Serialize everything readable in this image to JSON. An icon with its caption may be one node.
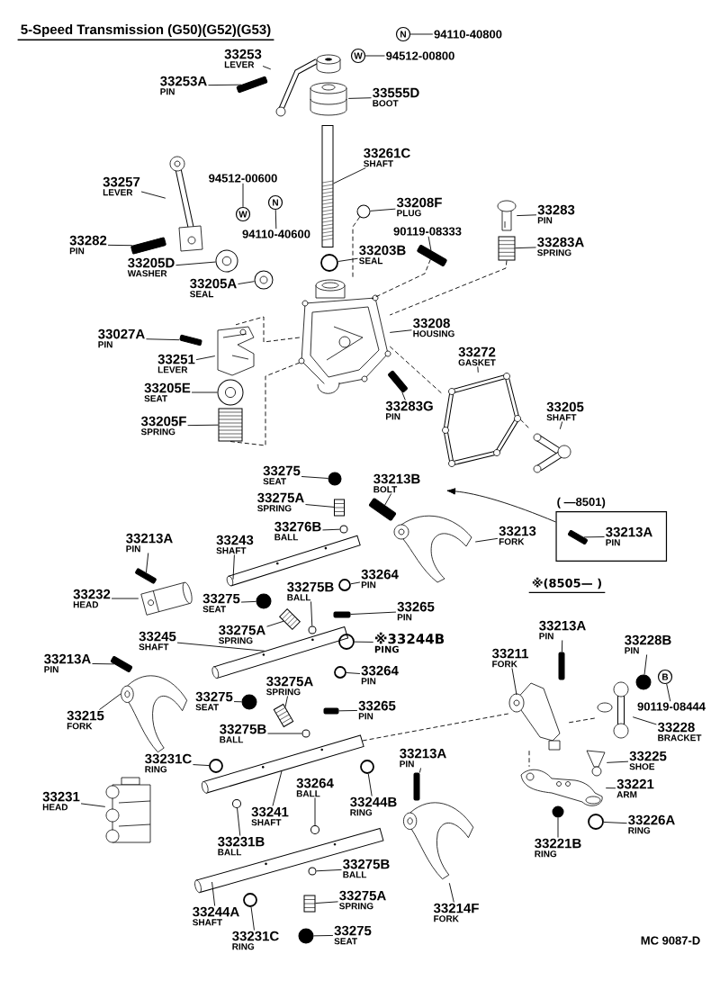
{
  "diagram": {
    "title": "5-Speed Transmission (G50)(G52)(G53)",
    "nodes": [
      {
        "text": [
          "33253",
          "LEVER"
        ]
      },
      {
        "text": [],
        "shape": "picture"
      },
      {
        "text": [
          "33253A",
          "PIN"
        ]
      },
      {
        "text": [],
        "shape": "bar"
      },
      {
        "text": [
          "N"
        ]
      },
      {
        "text": [
          "94110-40800"
        ]
      },
      {
        "text": [
          "W"
        ]
      },
      {
        "text": [
          "94512-00800"
        ]
      },
      {
        "text": [
          "33555D",
          "BOOT"
        ]
      },
      {
        "text": [],
        "shape": "picture"
      },
      {
        "text": [
          "33261C",
          "SHAFT"
        ]
      },
      {
        "text": [],
        "shape": "bar"
      },
      {
        "text": [
          "33257",
          "LEVER"
        ]
      },
      {
        "text": [],
        "shape": "picture"
      },
      {
        "text": [
          "94512-00600"
        ]
      },
      {
        "text": [
          "W"
        ]
      },
      {
        "text": [
          "N"
        ]
      },
      {
        "text": [
          "94110-40600"
        ]
      },
      {
        "text": [
          "33208F",
          "PLUG"
        ]
      },
      {
        "text": [],
        "shape": "circle"
      },
      {
        "text": [
          "33283",
          "PIN"
        ]
      },
      {
        "text": [],
        "shape": "picture"
      },
      {
        "text": [
          "90119-08333"
        ]
      },
      {
        "text": [],
        "shape": "bar"
      },
      {
        "text": [
          "33283A",
          "SPRING"
        ]
      },
      {
        "text": [],
        "shape": "cylinder"
      },
      {
        "text": [
          "33282",
          "PIN"
        ]
      },
      {
        "text": [],
        "shape": "bar"
      },
      {
        "text": [
          "33203B",
          "SEAL"
        ]
      },
      {
        "text": [],
        "shape": "circle"
      },
      {
        "text": [
          "33205D",
          "WASHER"
        ]
      },
      {
        "text": [],
        "shape": "circle"
      },
      {
        "text": [
          "33205A",
          "SEAL"
        ]
      },
      {
        "text": [],
        "shape": "circle"
      },
      {
        "text": [
          "33208",
          "HOUSING"
        ]
      },
      {
        "text": [],
        "shape": "picture"
      },
      {
        "text": [
          "33027A",
          "PIN"
        ]
      },
      {
        "text": [],
        "shape": "bar"
      },
      {
        "text": [
          "33251",
          "LEVER"
        ]
      },
      {
        "text": [],
        "shape": "picture"
      },
      {
        "text": [
          "33205E",
          "SEAT"
        ]
      },
      {
        "text": [],
        "shape": "circle"
      },
      {
        "text": [
          "33205F",
          "SPRING"
        ]
      },
      {
        "text": [],
        "shape": "cylinder"
      },
      {
        "text": [
          "33272",
          "GASKET"
        ]
      },
      {
        "text": [],
        "shape": "picture"
      },
      {
        "text": [
          "33283G",
          "PIN"
        ]
      },
      {
        "text": [],
        "shape": "bar"
      },
      {
        "text": [
          "33205",
          "SHAFT"
        ]
      },
      {
        "text": [],
        "shape": "picture"
      },
      {
        "text": [
          "33275",
          "SEAT"
        ]
      },
      {
        "text": [],
        "shape": "circle"
      },
      {
        "text": [
          "33213B",
          "BOLT"
        ]
      },
      {
        "text": [],
        "shape": "bar"
      },
      {
        "text": [
          "33275A",
          "SPRING"
        ]
      },
      {
        "text": [],
        "shape": "cylinder"
      },
      {
        "text": [
          "33276B",
          "BALL"
        ]
      },
      {
        "text": [],
        "shape": "circle"
      },
      {
        "text": [
          "( —8501)"
        ]
      },
      {
        "text": [
          "33213A",
          "PIN"
        ],
        "in": 58
      },
      {
        "text": [],
        "shape": "bar",
        "in": 58
      },
      {
        "text": [
          "33213",
          "FORK"
        ]
      },
      {
        "text": [],
        "shape": "picture"
      },
      {
        "text": [
          "33213A",
          "PIN"
        ]
      },
      {
        "text": [],
        "shape": "bar"
      },
      {
        "text": [
          "33243",
          "SHAFT"
        ]
      },
      {
        "text": [],
        "shape": "bar"
      },
      {
        "text": [
          "33264",
          "PIN"
        ]
      },
      {
        "text": [],
        "shape": "circle"
      },
      {
        "text": [
          "33232",
          "HEAD"
        ]
      },
      {
        "text": [],
        "shape": "picture"
      },
      {
        "text": [
          "33275",
          "SEAT"
        ]
      },
      {
        "text": [],
        "shape": "circle"
      },
      {
        "text": [
          "33275B",
          "BALL"
        ]
      },
      {
        "text": [],
        "shape": "circle"
      },
      {
        "text": [
          "33265",
          "PIN"
        ]
      },
      {
        "text": [],
        "shape": "bar"
      },
      {
        "text": [
          "33245",
          "SHAFT"
        ]
      },
      {
        "text": [],
        "shape": "bar"
      },
      {
        "text": [
          "33275A",
          "SPRING"
        ]
      },
      {
        "text": [],
        "shape": "cylinder"
      },
      {
        "text": [
          "※33244B",
          "PING"
        ]
      },
      {
        "text": [],
        "shape": "circle"
      },
      {
        "text": [
          "33213A",
          "PIN"
        ]
      },
      {
        "text": [],
        "shape": "bar"
      },
      {
        "text": [
          "33264",
          "PIN"
        ]
      },
      {
        "text": [],
        "shape": "circle"
      },
      {
        "text": [
          "33275A",
          "SPRING"
        ]
      },
      {
        "text": [],
        "shape": "cylinder"
      },
      {
        "text": [
          "33275",
          "SEAT"
        ]
      },
      {
        "text": [],
        "shape": "circle"
      },
      {
        "text": [
          "33215",
          "FORK"
        ]
      },
      {
        "text": [],
        "shape": "picture"
      },
      {
        "text": [
          "33265",
          "PIN"
        ]
      },
      {
        "text": [],
        "shape": "bar"
      },
      {
        "text": [
          "33275B",
          "BALL"
        ]
      },
      {
        "text": [],
        "shape": "circle"
      },
      {
        "text": [
          "33231C",
          "RING"
        ]
      },
      {
        "text": [],
        "shape": "circle"
      },
      {
        "text": [
          "33231",
          "HEAD"
        ]
      },
      {
        "text": [],
        "shape": "picture"
      },
      {
        "text": [
          "33241",
          "SHAFT"
        ]
      },
      {
        "text": [],
        "shape": "bar"
      },
      {
        "text": [
          "33264",
          "BALL"
        ]
      },
      {
        "text": [],
        "shape": "circle"
      },
      {
        "text": [
          "33231B",
          "BALL"
        ]
      },
      {
        "text": [],
        "shape": "circle"
      },
      {
        "text": [
          "33244B",
          "RING"
        ]
      },
      {
        "text": [],
        "shape": "circle"
      },
      {
        "text": [
          "33213A",
          "PIN"
        ]
      },
      {
        "text": [],
        "shape": "bar"
      },
      {
        "text": [
          "33214F",
          "FORK"
        ]
      },
      {
        "text": [],
        "shape": "picture"
      },
      {
        "text": [
          "33275B",
          "BALL"
        ]
      },
      {
        "text": [],
        "shape": "circle"
      },
      {
        "text": [
          "33275A",
          "SPRING"
        ]
      },
      {
        "text": [],
        "shape": "cylinder"
      },
      {
        "text": [
          "33244A",
          "SHAFT"
        ]
      },
      {
        "text": [],
        "shape": "bar"
      },
      {
        "text": [
          "33231C",
          "RING"
        ]
      },
      {
        "text": [],
        "shape": "circle"
      },
      {
        "text": [
          "33275",
          "SEAT"
        ]
      },
      {
        "text": [],
        "shape": "circle"
      },
      {
        "text": [
          "33211",
          "FORK"
        ]
      },
      {
        "text": [],
        "shape": "picture"
      },
      {
        "text": [
          "33213A",
          "PIN"
        ]
      },
      {
        "text": [],
        "shape": "bar"
      },
      {
        "text": [
          "33228B",
          "PIN"
        ]
      },
      {
        "text": [],
        "shape": "circle"
      },
      {
        "text": [
          "B"
        ]
      },
      {
        "text": [
          "90119-08444"
        ]
      },
      {
        "text": [
          "33228",
          "BRACKET"
        ]
      },
      {
        "text": [],
        "shape": "picture"
      },
      {
        "text": [
          "33225",
          "SHOE"
        ]
      },
      {
        "text": [],
        "shape": "picture"
      },
      {
        "text": [
          "33221",
          "ARM"
        ]
      },
      {
        "text": [],
        "shape": "picture"
      },
      {
        "text": [
          "33221B",
          "RING"
        ]
      },
      {
        "text": [],
        "shape": "circle"
      },
      {
        "text": [
          "33226A",
          "RING"
        ]
      },
      {
        "text": [],
        "shape": "circle"
      }
    ],
    "edges": [
      {
        "from": 0,
        "to": 1,
        "arrow": "none"
      },
      {
        "from": 2,
        "to": 3,
        "arrow": "none"
      },
      {
        "from": 8,
        "to": 9,
        "arrow": "none"
      },
      {
        "from": 10,
        "to": 11,
        "arrow": "none"
      },
      {
        "from": 12,
        "to": 13,
        "arrow": "none"
      },
      {
        "from": 18,
        "to": 19,
        "arrow": "none"
      },
      {
        "from": 20,
        "to": 21,
        "arrow": "none"
      },
      {
        "from": 22,
        "to": 23,
        "arrow": "none"
      },
      {
        "from": 24,
        "to": 25,
        "arrow": "none"
      },
      {
        "from": 26,
        "to": 27,
        "arrow": "none"
      },
      {
        "from": 28,
        "to": 29,
        "arrow": "none"
      },
      {
        "from": 30,
        "to": 31,
        "arrow": "none"
      },
      {
        "from": 32,
        "to": 33,
        "arrow": "none"
      },
      {
        "from": 34,
        "to": 35,
        "arrow": "none"
      },
      {
        "from": 36,
        "to": 37,
        "arrow": "none"
      },
      {
        "from": 38,
        "to": 39,
        "arrow": "none"
      },
      {
        "from": 40,
        "to": 41,
        "arrow": "none"
      },
      {
        "from": 42,
        "to": 43,
        "arrow": "none"
      },
      {
        "from": 44,
        "to": 45,
        "arrow": "none"
      },
      {
        "from": 46,
        "to": 47,
        "arrow": "none"
      },
      {
        "from": 48,
        "to": 49,
        "arrow": "none"
      },
      {
        "from": 50,
        "to": 51,
        "arrow": "none"
      },
      {
        "from": 52,
        "to": 53,
        "arrow": "none"
      },
      {
        "from": 54,
        "to": 55,
        "arrow": "none"
      },
      {
        "from": 56,
        "to": 57,
        "arrow": "none"
      },
      {
        "from": 59,
        "to": 60,
        "arrow": "none"
      },
      {
        "from": 61,
        "to": 62,
        "arrow": "none"
      },
      {
        "from": 63,
        "to": 64,
        "arrow": "none"
      },
      {
        "from": 65,
        "to": 66,
        "arrow": "none"
      },
      {
        "from": 67,
        "to": 68,
        "arrow": "none"
      },
      {
        "from": 69,
        "to": 70,
        "arrow": "none"
      },
      {
        "from": 71,
        "to": 72,
        "arrow": "none"
      },
      {
        "from": 73,
        "to": 74,
        "arrow": "none"
      },
      {
        "from": 75,
        "to": 76,
        "arrow": "none"
      },
      {
        "from": 77,
        "to": 78,
        "arrow": "none"
      },
      {
        "from": 79,
        "to": 80,
        "arrow": "none"
      },
      {
        "from": 81,
        "to": 82,
        "arrow": "none"
      },
      {
        "from": 83,
        "to": 84,
        "arrow": "none"
      },
      {
        "from": 85,
        "to": 86,
        "arrow": "none"
      },
      {
        "from": 87,
        "to": 88,
        "arrow": "none"
      },
      {
        "from": 89,
        "to": 90,
        "arrow": "none"
      },
      {
        "from": 91,
        "to": 92,
        "arrow": "none"
      },
      {
        "from": 93,
        "to": 94,
        "arrow": "none"
      },
      {
        "from": 95,
        "to": 96,
        "arrow": "none"
      },
      {
        "from": 97,
        "to": 98,
        "arrow": "none"
      },
      {
        "from": 99,
        "to": 100,
        "arrow": "none"
      },
      {
        "from": 101,
        "to": 102,
        "arrow": "none"
      },
      {
        "from": 103,
        "to": 104,
        "arrow": "none"
      },
      {
        "from": 105,
        "to": 106,
        "arrow": "none"
      },
      {
        "from": 107,
        "to": 108,
        "arrow": "none"
      },
      {
        "from": 109,
        "to": 110,
        "arrow": "none"
      },
      {
        "from": 111,
        "to": 112,
        "arrow": "none"
      },
      {
        "from": 113,
        "to": 114,
        "arrow": "none"
      },
      {
        "from": 115,
        "to": 116,
        "arrow": "none"
      },
      {
        "from": 117,
        "to": 118,
        "arrow": "none"
      },
      {
        "from": 119,
        "to": 120,
        "arrow": "none"
      },
      {
        "from": 121,
        "to": 122,
        "arrow": "none"
      },
      {
        "from": 123,
        "to": 124,
        "arrow": "none"
      },
      {
        "from": 125,
        "to": 126,
        "arrow": "none"
      },
      {
        "from": 127,
        "to": 128,
        "arrow": "none"
      },
      {
        "from": 131,
        "to": 132,
        "arrow": "none"
      },
      {
        "from": 133,
        "to": 134,
        "arrow": "none"
      },
      {
        "from": 135,
        "to": 136,
        "arrow": "none"
      },
      {
        "from": 137,
        "to": 138,
        "arrow": "none"
      },
      {
        "from": 139,
        "to": 140,
        "arrow": "none"
      },
      {
        "from": 4,
        "to": 5,
        "arrow": "none"
      },
      {
        "from": 6,
        "to": 7,
        "arrow": "none"
      },
      {
        "from": 14,
        "to": 15,
        "arrow": "none"
      },
      {
        "from": 16,
        "to": 17,
        "arrow": "none"
      },
      {
        "from": 129,
        "to": 130,
        "arrow": "none"
      },
      {
        "from": 58,
        "to": null,
        "arrow": "to"
      },
      {
        "from": 19,
        "to": 35,
        "arrow": "none",
        "style": "dashed"
      },
      {
        "from": 23,
        "to": 35,
        "arrow": "none",
        "style": "dashed"
      },
      {
        "from": 25,
        "to": 35,
        "arrow": "none",
        "style": "dashed"
      },
      {
        "from": 35,
        "to": 39,
        "arrow": "none",
        "style": "dashed"
      },
      {
        "from": 35,
        "to": 43,
        "arrow": "none",
        "style": "dashed"
      },
      {
        "from": 35,
        "to": 45,
        "arrow": "none",
        "style": "dashed"
      },
      {
        "from": 45,
        "to": 49,
        "arrow": "none",
        "style": "dashed"
      },
      {
        "from": 102,
        "to": 124,
        "arrow": "none",
        "style": "dashed"
      },
      {
        "from": 124,
        "to": 136,
        "arrow": "none",
        "style": "dashed"
      },
      {
        "from": 132,
        "to": 124,
        "arrow": "none",
        "style": "dashed"
      }
    ],
    "labels": [
      "※(8505— )",
      "MC 9087-D"
    ]
  }
}
